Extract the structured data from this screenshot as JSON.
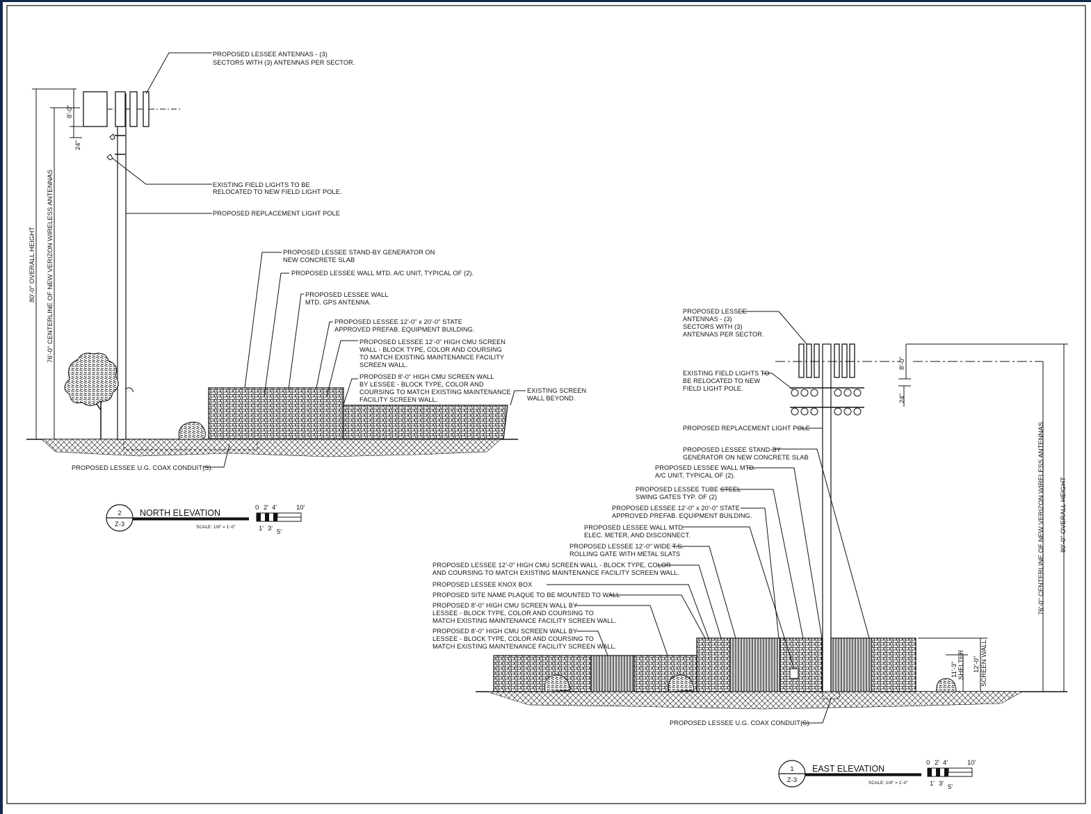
{
  "north": {
    "antennas": [
      "PROPOSED LESSEE ANTENNAS - (3)",
      "SECTORS WITH (3) ANTENNAS PER SECTOR."
    ],
    "lights": [
      "EXISTING FIELD LIGHTS TO BE",
      "RELOCATED TO NEW FIELD LIGHT POLE."
    ],
    "pole": "PROPOSED REPLACEMENT LIGHT POLE",
    "generator": [
      "PROPOSED LESSEE STAND-BY GENERATOR ON",
      "NEW CONCRETE SLAB"
    ],
    "ac": "PROPOSED LESSEE WALL MTD. A/C UNIT, TYPICAL OF (2).",
    "gps": [
      "PROPOSED LESSEE WALL",
      "MTD. GPS ANTENNA."
    ],
    "building": [
      "PROPOSED LESSEE 12'-0\" x 20'-0\" STATE",
      "APPROVED PREFAB. EQUIPMENT BUILDING."
    ],
    "wall12": [
      "PROPOSED LESSEE 12'-0\" HIGH CMU SCREEN",
      "WALL - BLOCK TYPE, COLOR AND COURSING",
      "TO MATCH EXISTING MAINTENANCE FACILITY",
      "SCREEN WALL."
    ],
    "wall8": [
      "PROPOSED 8'-0\" HIGH CMU SCREEN WALL",
      "BY LESSEE - BLOCK TYPE, COLOR AND",
      "COURSING TO MATCH EXISTING MAINTENANCE",
      "FACILITY SCREEN WALL."
    ],
    "existing": [
      "EXISTING SCREEN",
      "WALL BEYOND."
    ],
    "coax": "PROPOSED LESSEE U.G. COAX CONDUIT(S).",
    "dim_overall": "80'-0\" OVERALL HEIGHT",
    "dim_center": "76'-0\" CENTERLINE OF NEW VERIZON WIRELESS ANTENNAS",
    "dim_8": "8'-0\"",
    "dim_24": "24\"",
    "title": "NORTH ELEVATION",
    "number": "2",
    "sheet": "Z-3",
    "scale": "SCALE: 1/8\" = 1'-0\""
  },
  "east": {
    "antennas": [
      "PROPOSED LESSEE",
      "ANTENNAS - (3)",
      "SECTORS WITH (3)",
      "ANTENNAS PER SECTOR."
    ],
    "lights": [
      "EXISTING FIELD LIGHTS TO",
      "BE RELOCATED TO NEW",
      "FIELD LIGHT POLE."
    ],
    "pole": "PROPOSED REPLACEMENT LIGHT POLE",
    "generator": [
      "PROPOSED LESSEE STAND-BY",
      "GENERATOR ON NEW CONCRETE SLAB"
    ],
    "ac": [
      "PROPOSED LESSEE WALL MTD.",
      "A/C UNIT, TYPICAL OF (2)."
    ],
    "gates": [
      "PROPOSED LESSEE TUBE STEEL",
      "SWING GATES TYP. OF (2)"
    ],
    "building": [
      "PROPOSED LESSEE 12'-0\" x 20'-0\" STATE",
      "APPROVED PREFAB. EQUIPMENT BUILDING."
    ],
    "meter": [
      "PROPOSED LESSEE WALL MTD.",
      "ELEC. METER, AND DISCONNECT."
    ],
    "rolling": [
      "PROPOSED LESSEE 12'-0\" WIDE T.S.",
      "ROLLING GATE WITH METAL SLATS"
    ],
    "wall12": [
      "PROPOSED LESSEE 12'-0\" HIGH CMU SCREEN WALL - BLOCK TYPE, COLOR",
      "AND COURSING TO MATCH EXISTING MAINTENANCE FACILITY SCREEN WALL."
    ],
    "knox": "PROPOSED LESSEE KNOX BOX",
    "plaque": "PROPOSED SITE NAME PLAQUE TO BE MOUNTED TO WALL",
    "wall8a": [
      "PROPOSED 8'-0\" HIGH CMU SCREEN WALL BY",
      "LESSEE - BLOCK TYPE, COLOR AND COURSING TO",
      "MATCH EXISTING MAINTENANCE FACILITY SCREEN WALL."
    ],
    "wall8b": [
      "PROPOSED 8'-0\" HIGH CMU SCREEN WALL BY",
      "LESSEE - BLOCK TYPE, COLOR AND COURSING TO",
      "MATCH EXISTING MAINTENANCE FACILITY SCREEN WALL."
    ],
    "coax": "PROPOSED LESSEE U.G. COAX CONDUIT(S).",
    "dim_overall": "80'-0\" OVERALL HEIGHT",
    "dim_center": "76'-0\" CENTERLINE OF NEW VERIZON WIRELESS ANTENNAS",
    "dim_8": "8'-0\"",
    "dim_24": "24\"",
    "dim_shelter": "11'-3\"",
    "shelter": "SHELTER",
    "dim_screen": "12'-0\"",
    "screen_wall": "SCREEN WALL",
    "title": "EAST ELEVATION",
    "number": "1",
    "sheet": "Z-3",
    "scale": "SCALE: 1/8\" = 1'-0\""
  },
  "scale_bar": {
    "top": [
      "0",
      "2'",
      "4'",
      "10'"
    ],
    "bottom": [
      "1'",
      "3'",
      "5'"
    ]
  }
}
